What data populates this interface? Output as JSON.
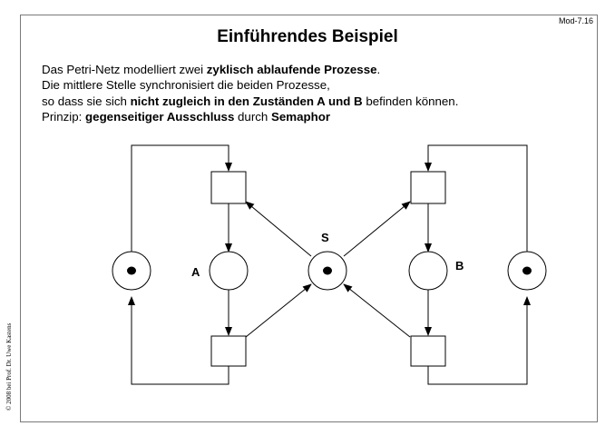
{
  "slide": {
    "number": "Mod-7.16",
    "title": "Einführendes Beispiel",
    "copyright": "© 2008 bei Prof. Dr. Uwe Kastens"
  },
  "intro": {
    "line1": [
      {
        "text": "Das Petri-Netz modelliert zwei ",
        "bold": false
      },
      {
        "text": "zyklisch ablaufende Prozesse",
        "bold": true
      },
      {
        "text": ".",
        "bold": false
      }
    ],
    "line2": [
      {
        "text": "Die mittlere Stelle synchronisiert die beiden Prozesse,",
        "bold": false
      }
    ],
    "line3": [
      {
        "text": "so dass sie sich ",
        "bold": false
      },
      {
        "text": "nicht zugleich in den Zuständen A und B",
        "bold": true
      },
      {
        "text": " befinden können.",
        "bold": false
      }
    ],
    "line4": [
      {
        "text": "Prinzip: ",
        "bold": false
      },
      {
        "text": "gegenseitiger Ausschluss",
        "bold": true
      },
      {
        "text": " durch ",
        "bold": false
      },
      {
        "text": "Semaphor",
        "bold": true
      }
    ]
  },
  "diagram": {
    "place_labels": {
      "a": "A",
      "s": "S",
      "b": "B"
    },
    "tokens": {
      "left_place": 1,
      "state_a": 0,
      "semaphore": 1,
      "state_b": 0,
      "right_place": 1
    }
  }
}
